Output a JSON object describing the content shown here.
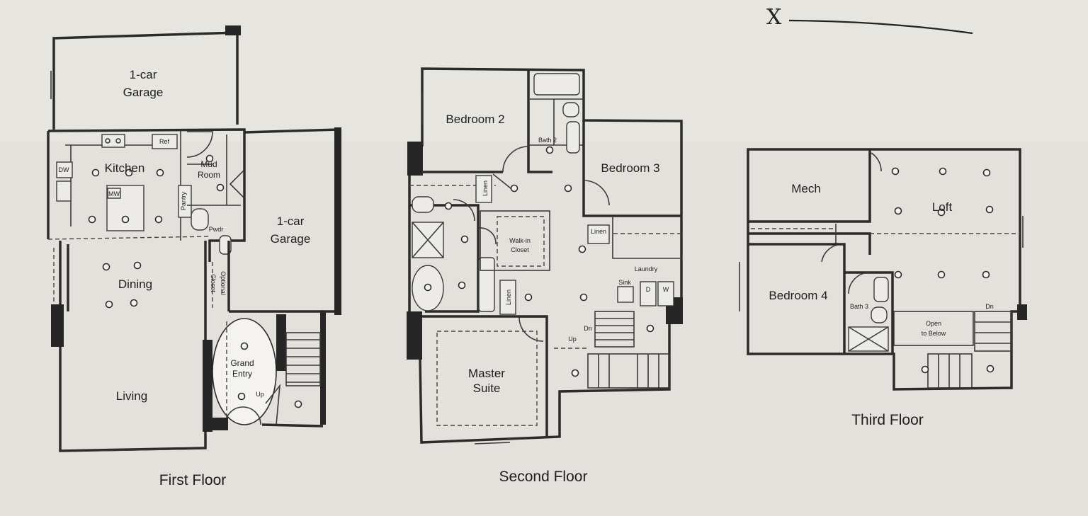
{
  "sheet": {
    "signature_mark": "X",
    "floors": {
      "first": {
        "title": "First Floor",
        "rooms": {
          "garage_a_line1": "1-car",
          "garage_a_line2": "Garage",
          "kitchen": "Kitchen",
          "mud_line1": "Mud",
          "mud_line2": "Room",
          "pantry": "Pantry",
          "pwdr": "Pwdr",
          "garage_b_line1": "1-car",
          "garage_b_line2": "Garage",
          "dining": "Dining",
          "living": "Living",
          "grand_entry_line1": "Grand",
          "grand_entry_line2": "Entry",
          "optional_line1": "Optional",
          "optional_line2": "Closet"
        },
        "fixtures": {
          "dw": "DW",
          "ref": "Ref",
          "mw": "MW",
          "up": "Up"
        }
      },
      "second": {
        "title": "Second Floor",
        "rooms": {
          "bedroom2": "Bedroom 2",
          "bath2": "Bath 2",
          "bedroom3": "Bedroom 3",
          "walkin_line1": "Walk-in",
          "walkin_line2": "Closet",
          "linen": "Linen",
          "laundry": "Laundry",
          "sink": "Sink",
          "master_line1": "Master",
          "master_line2": "Suite"
        },
        "fixtures": {
          "d": "D",
          "w": "W",
          "dn": "Dn",
          "up": "Up"
        }
      },
      "third": {
        "title": "Third Floor",
        "rooms": {
          "mech": "Mech",
          "loft": "Loft",
          "bedroom4": "Bedroom 4",
          "bath3": "Bath 3",
          "open_line1": "Open",
          "open_line2": "to Below"
        },
        "fixtures": {
          "dn": "Dn"
        }
      }
    }
  }
}
